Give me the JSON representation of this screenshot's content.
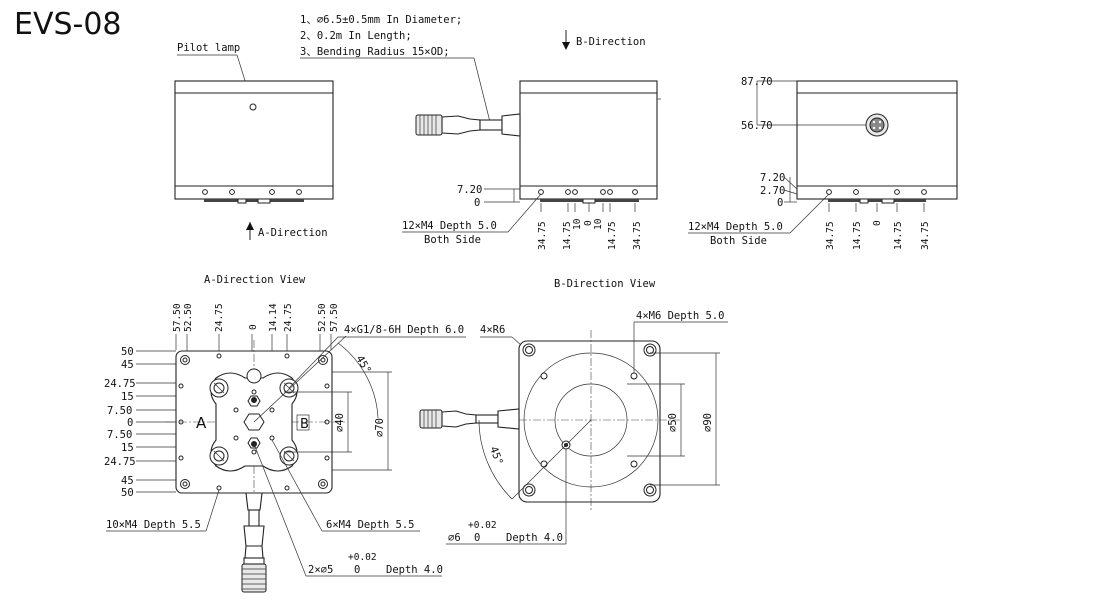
{
  "title": "EVS-08",
  "notes": [
    "1、∅6.5±0.5mm In Diameter;",
    "2、0.2m In Length;",
    "3、Bending Radius 15×OD;"
  ],
  "labels": {
    "pilot_lamp": "Pilot lamp",
    "a_direction": "A-Direction",
    "b_direction": "B-Direction",
    "a_direction_view": "A-Direction View",
    "b_direction_view": "B-Direction View",
    "m4_both_side_1": "12×M4 Depth 5.0",
    "both_side_1": "Both Side",
    "m4_both_side_2": "12×M4 Depth 5.0",
    "both_side_2": "Both Side",
    "g18_thread": "4×G1/8-6H Depth 6.0",
    "m4_10": "10×M4 Depth 5.5",
    "m4_6": "6×M4 Depth 5.5",
    "hole_2x5_a": "2×∅5",
    "hole_2x5_b": "0",
    "hole_2x5_tol": "+0.02",
    "hole_2x5_depth": "Depth 4.0",
    "r6": "4×R6",
    "m6": "4×M6 Depth 5.0",
    "hole_6_a": "∅6",
    "hole_6_b": "0",
    "hole_6_tol": "+0.02",
    "hole_6_depth": "Depth 4.0",
    "letter_a": "A",
    "letter_b": "B"
  },
  "dims": {
    "side_mid_left": [
      "7.20",
      "0"
    ],
    "side_mid_bottom": [
      "34.75",
      "14.75",
      "10",
      "0",
      "10",
      "14.75",
      "34.75"
    ],
    "side_right_left": [
      "87.70",
      "56.70",
      "7.20",
      "2.70",
      "0"
    ],
    "side_right_bottom": [
      "34.75",
      "14.75",
      "0",
      "14.75",
      "34.75"
    ],
    "aview_top": [
      "57.50",
      "52.50",
      "24.75",
      "0",
      "14.14",
      "24.75",
      "52.50",
      "57.50"
    ],
    "aview_left": [
      "50",
      "45",
      "24.75",
      "15",
      "7.50",
      "0",
      "7.50",
      "15",
      "24.75",
      "45",
      "50"
    ],
    "aview_right": [
      "∅40",
      "∅70"
    ],
    "aview_angle": "45°",
    "bview_right": [
      "∅50",
      "∅90"
    ],
    "bview_angle": "45°"
  }
}
